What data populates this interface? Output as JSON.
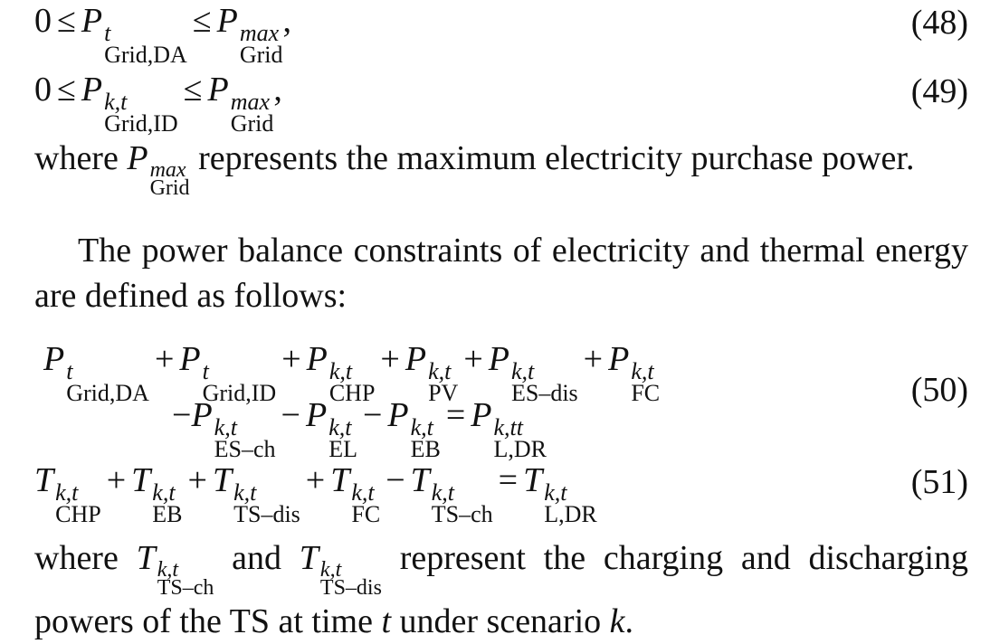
{
  "equations": [
    {
      "number": "(48)"
    },
    {
      "number": "(49)"
    },
    {
      "number": "(50)"
    },
    {
      "number": "(51)"
    }
  ],
  "symbols": {
    "grid_da": "Grid,DA",
    "grid_id": "Grid,ID",
    "grid": "Grid",
    "chp": "CHP",
    "pv": "PV",
    "es_dis": "ES–dis",
    "fc": "FC",
    "es_ch": "ES–ch",
    "el": "EL",
    "eb": "EB",
    "l_dr": "L,DR",
    "ts_dis": "TS–dis",
    "ts_ch": "TS–ch",
    "sup_t": "t",
    "sup_kt": "k,t",
    "sup_ktt": "k,tt",
    "sup_max": "max"
  },
  "text": {
    "p1_a": "where",
    "p1_b": "represents the maximum electricity purchase power.",
    "p2": "The power balance constraints of electricity and thermal energy are defined as follows:",
    "p3_a": "where",
    "p3_b": "and",
    "p3_c": "represent the charging and discharging powers of the TS at time",
    "p3_t": "t",
    "p3_d": "under scenario",
    "p3_k": "k",
    "p3_e": "."
  }
}
